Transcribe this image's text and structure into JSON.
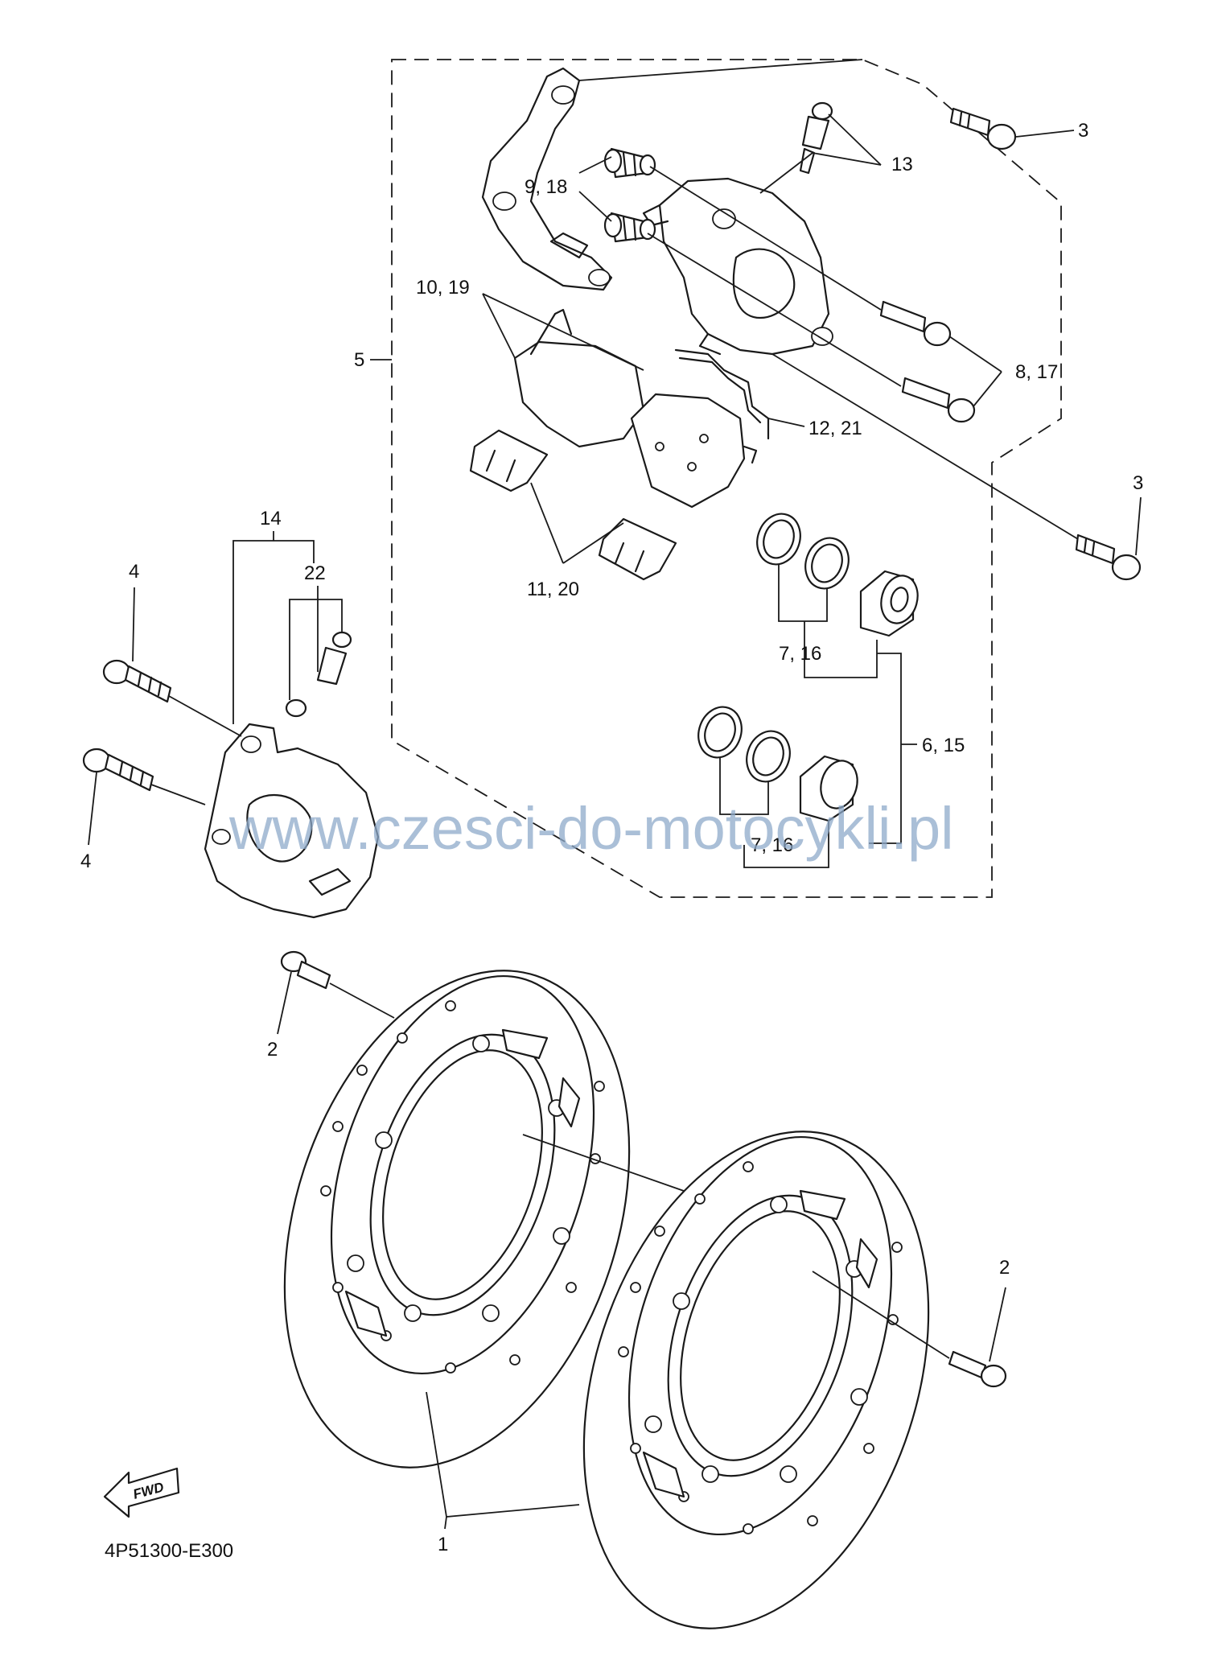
{
  "callouts": {
    "c1": "1",
    "c2a": "2",
    "c2b": "2",
    "c3a": "3",
    "c3b": "3",
    "c4a": "4",
    "c4b": "4",
    "c5": "5",
    "c6_15": "6, 15",
    "c7_16a": "7, 16",
    "c7_16b": "7, 16",
    "c8_17": "8, 17",
    "c9_18": "9, 18",
    "c10_19": "10, 19",
    "c11_20": "11, 20",
    "c12_21": "12, 21",
    "c13": "13",
    "c14": "14",
    "c22": "22"
  },
  "fwd_label": "FWD",
  "diagram_code": "4P51300-E300",
  "watermark": "www.czesci-do-motocykli.pl"
}
